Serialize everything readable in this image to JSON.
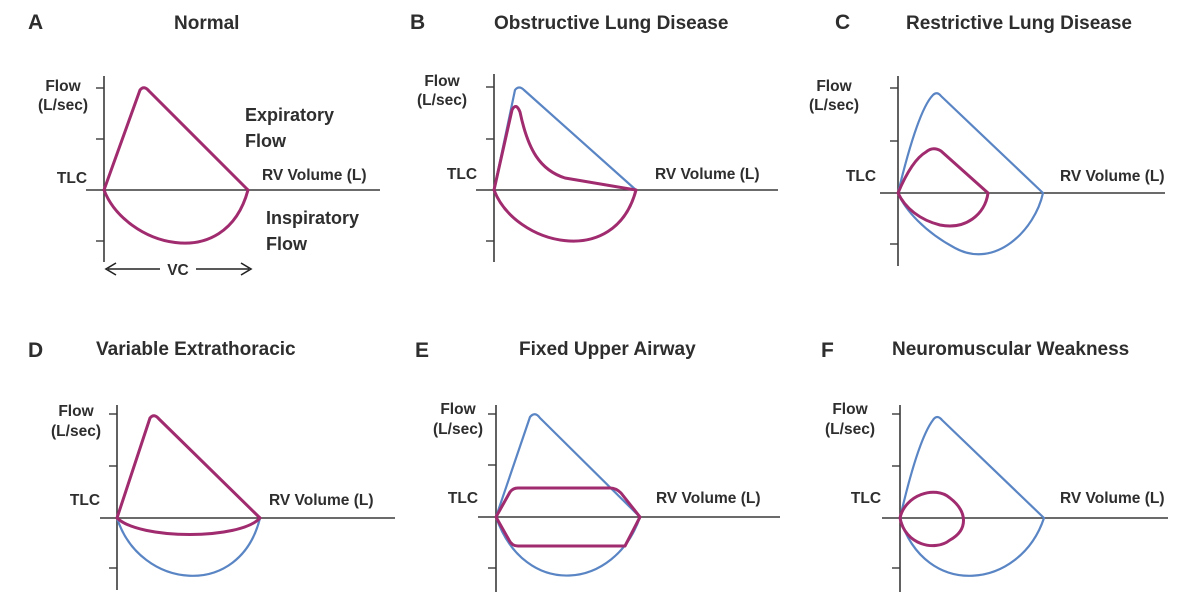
{
  "colors": {
    "abnormal_curve": "#a02b6e",
    "normal_reference_curve": "#5a85c4",
    "axis": "#3a3a3a",
    "text": "#2e2e2e"
  },
  "panels": [
    {
      "letter": "A",
      "title": "Normal",
      "y_label_line1": "Flow",
      "y_label_line2": "(L/sec)",
      "left_label": "TLC",
      "right_label": "RV Volume (L)",
      "annotations": {
        "expiratory_line1": "Expiratory",
        "expiratory_line2": "Flow",
        "inspiratory_line1": "Inspiratory",
        "inspiratory_line2": "Flow",
        "vc": "VC"
      }
    },
    {
      "letter": "B",
      "title": "Obstructive Lung Disease",
      "y_label_line1": "Flow",
      "y_label_line2": "(L/sec)",
      "left_label": "TLC",
      "right_label": "RV Volume (L)"
    },
    {
      "letter": "C",
      "title": "Restrictive Lung Disease",
      "y_label_line1": "Flow",
      "y_label_line2": "(L/sec)",
      "left_label": "TLC",
      "right_label": "RV Volume (L)"
    },
    {
      "letter": "D",
      "title": "Variable Extrathoracic",
      "y_label_line1": "Flow",
      "y_label_line2": "(L/sec)",
      "left_label": "TLC",
      "right_label": "RV Volume (L)"
    },
    {
      "letter": "E",
      "title": "Fixed Upper Airway",
      "y_label_line1": "Flow",
      "y_label_line2": "(L/sec)",
      "left_label": "TLC",
      "right_label": "RV Volume (L)"
    },
    {
      "letter": "F",
      "title": "Neuromuscular Weakness",
      "y_label_line1": "Flow",
      "y_label_line2": "(L/sec)",
      "left_label": "TLC",
      "right_label": "RV Volume (L)"
    }
  ]
}
